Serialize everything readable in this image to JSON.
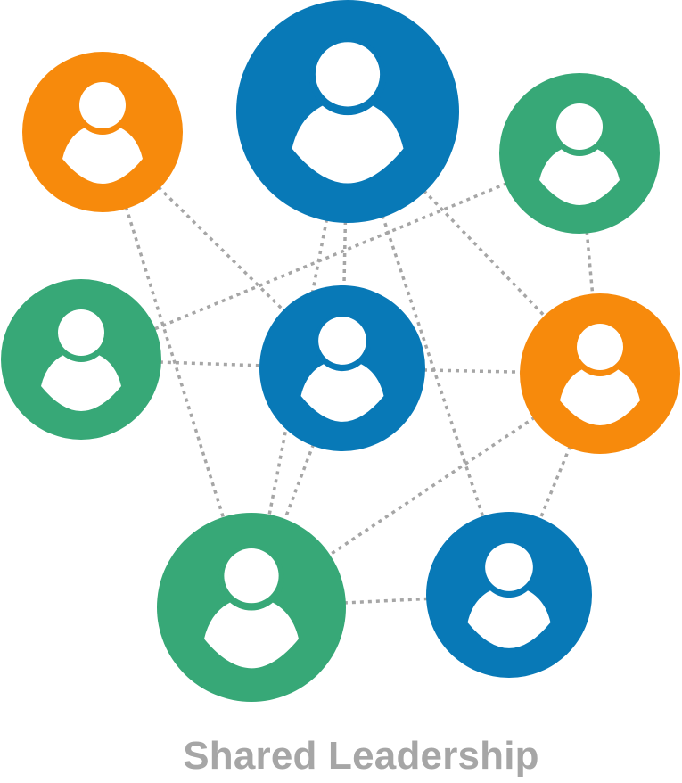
{
  "caption": "Shared Leadership",
  "colors": {
    "orange": "#f78a0c",
    "blue": "#0879b7",
    "green": "#37a877",
    "connector": "#a6a6a6",
    "icon": "#ffffff",
    "caption": "#a6a6a6"
  },
  "nodes": [
    {
      "id": "top-left-person",
      "color": "orange",
      "icon": "person-icon"
    },
    {
      "id": "top-center-person",
      "color": "blue",
      "icon": "person-icon"
    },
    {
      "id": "top-right-person",
      "color": "green",
      "icon": "person-icon"
    },
    {
      "id": "middle-left-person",
      "color": "green",
      "icon": "person-icon"
    },
    {
      "id": "center-person",
      "color": "blue",
      "icon": "person-icon"
    },
    {
      "id": "middle-right-person",
      "color": "orange",
      "icon": "person-icon"
    },
    {
      "id": "bottom-left-person",
      "color": "green",
      "icon": "person-icon"
    },
    {
      "id": "bottom-right-person",
      "color": "blue",
      "icon": "person-icon"
    }
  ],
  "connections": [
    [
      "top-left-person",
      "center-person"
    ],
    [
      "top-left-person",
      "bottom-left-person"
    ],
    [
      "top-center-person",
      "bottom-left-person"
    ],
    [
      "top-center-person",
      "center-person"
    ],
    [
      "top-center-person",
      "middle-right-person"
    ],
    [
      "top-center-person",
      "bottom-right-person"
    ],
    [
      "top-right-person",
      "middle-left-person"
    ],
    [
      "top-right-person",
      "middle-right-person"
    ],
    [
      "middle-left-person",
      "center-person"
    ],
    [
      "center-person",
      "middle-right-person"
    ],
    [
      "center-person",
      "bottom-left-person"
    ],
    [
      "middle-right-person",
      "bottom-left-person"
    ],
    [
      "middle-right-person",
      "bottom-right-person"
    ],
    [
      "bottom-left-person",
      "bottom-right-person"
    ]
  ]
}
